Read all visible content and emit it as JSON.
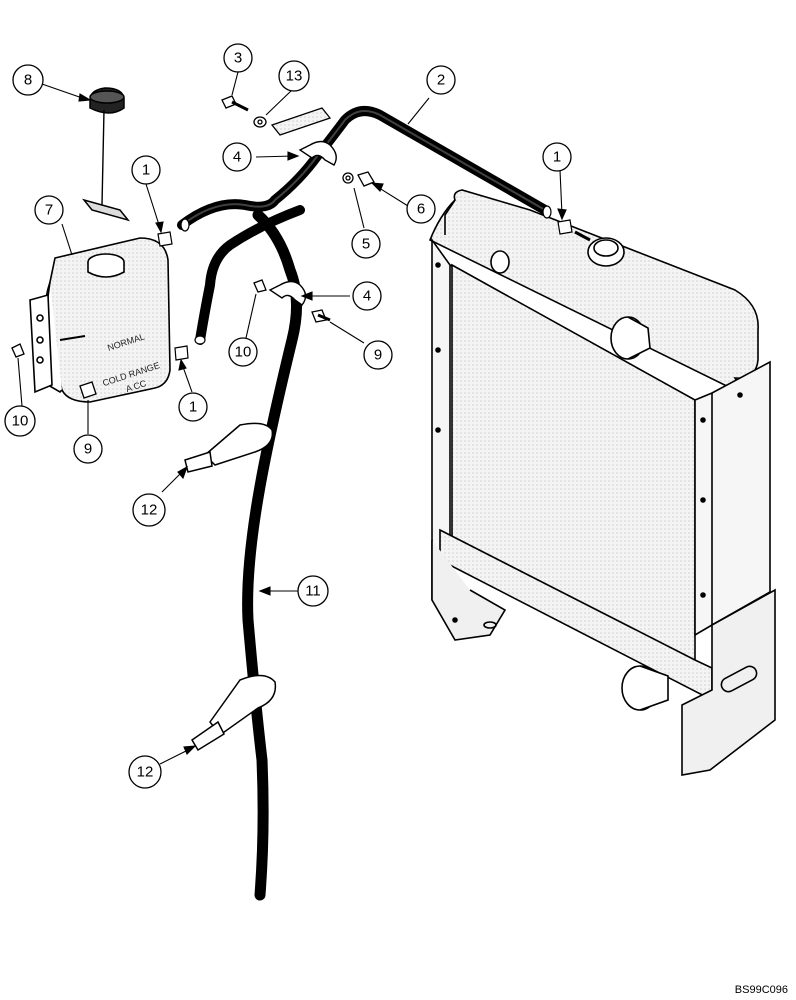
{
  "diagram": {
    "reference_code": "BS99C096",
    "tank_labels": {
      "normal": "NORMAL",
      "cold_range": "COLD RANGE",
      "a_cc": "A CC"
    },
    "callouts": [
      {
        "id": "c8",
        "label": "8"
      },
      {
        "id": "c3",
        "label": "3"
      },
      {
        "id": "c13",
        "label": "13"
      },
      {
        "id": "c2",
        "label": "2"
      },
      {
        "id": "c4a",
        "label": "4"
      },
      {
        "id": "c1a",
        "label": "1"
      },
      {
        "id": "c1b",
        "label": "1"
      },
      {
        "id": "c7",
        "label": "7"
      },
      {
        "id": "c6",
        "label": "6"
      },
      {
        "id": "c5",
        "label": "5"
      },
      {
        "id": "c4b",
        "label": "4"
      },
      {
        "id": "c10a",
        "label": "10"
      },
      {
        "id": "c9a",
        "label": "9"
      },
      {
        "id": "c1c",
        "label": "1"
      },
      {
        "id": "c10b",
        "label": "10"
      },
      {
        "id": "c9b",
        "label": "9"
      },
      {
        "id": "c12a",
        "label": "12"
      },
      {
        "id": "c11",
        "label": "11"
      },
      {
        "id": "c12b",
        "label": "12"
      }
    ]
  }
}
